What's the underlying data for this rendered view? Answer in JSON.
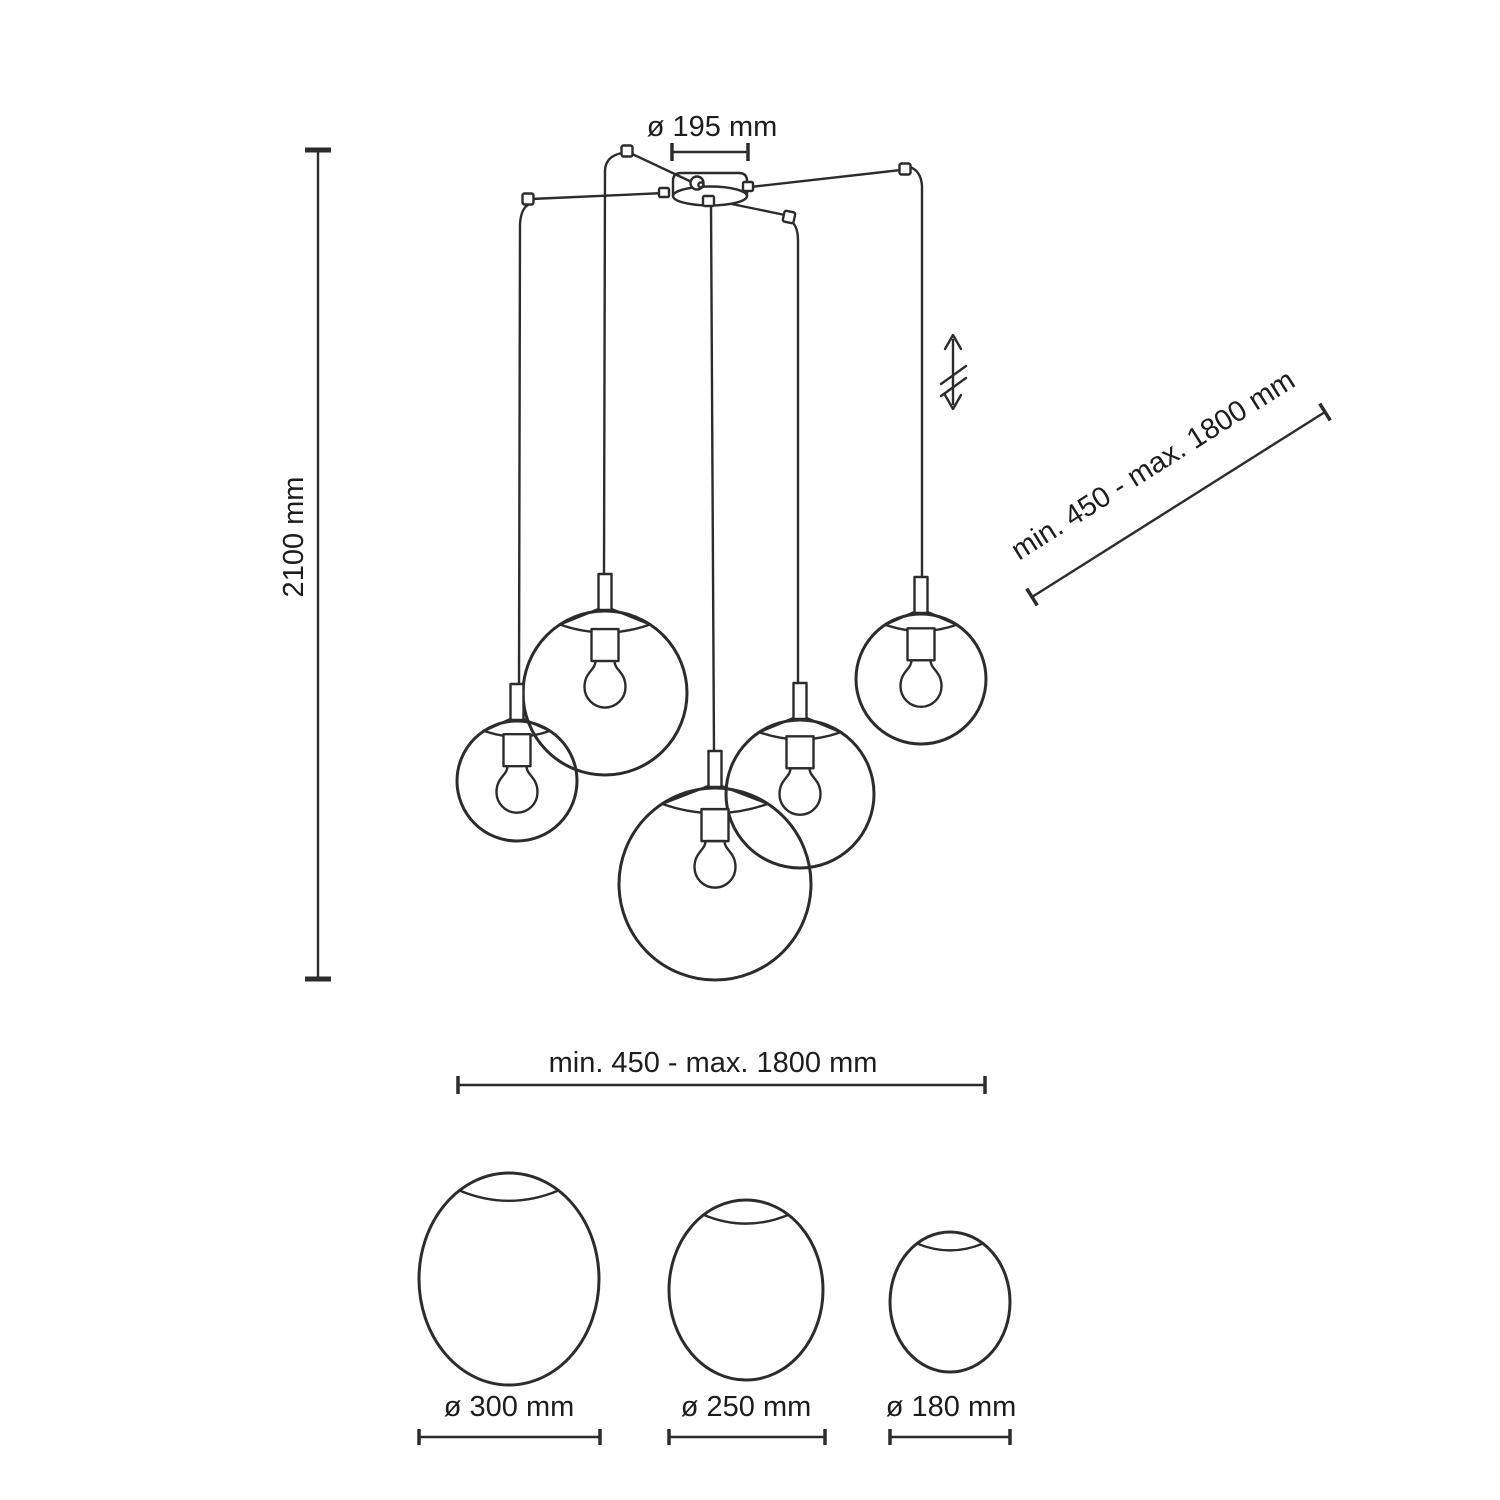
{
  "colors": {
    "line": "#2c2c2c",
    "text": "#1d1d1d",
    "background": "#ffffff"
  },
  "annotations": {
    "canopy_diameter_label": "ø 195 mm",
    "fixture_height_label": "2100 mm",
    "cord_length_range_label": "min. 450 - max. 1800 mm",
    "horizontal_spread_label": "min. 450 - max. 1800 mm",
    "globe_size_labels": [
      "ø 300 mm",
      "ø 250 mm",
      "ø 180 mm"
    ]
  }
}
